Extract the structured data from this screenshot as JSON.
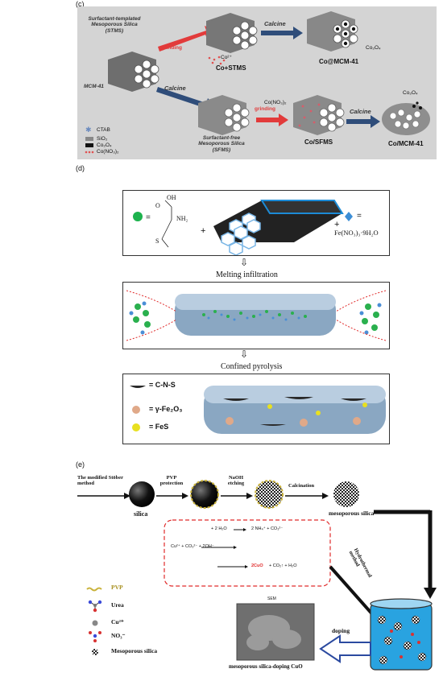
{
  "panels": {
    "c": "(c)",
    "d": "(d)",
    "e": "(e)"
  },
  "c": {
    "stms": "Surfactant-templated Mesoporous Silica (STMS)",
    "mcm41": "MCM-41",
    "grinding1": "grinding",
    "co2": "Co²⁺",
    "co_stms": "Co+STMS",
    "calcine1": "Calcine",
    "co3o4_1": "Co₃O₄",
    "co_mcm": "Co@MCM-41",
    "calcine2": "Calcine",
    "sfms": "Surfactant-free Mesoporous Silica (SFMS)",
    "cono3": "Co(NO₃)₂",
    "grinding2": "grinding",
    "co_sfms": "Co/SFMS",
    "calcine3": "Calcine",
    "co3o4_2": "Co₃O₄",
    "co_mcm2": "Co/MCM-41",
    "legend": [
      "CTAB",
      "SiO₂",
      "Co₃O₄",
      "Co(NO₃)₂"
    ]
  },
  "d": {
    "oh": "OH",
    "o": "O",
    "nh2": "NH₂",
    "s": "S",
    "eq1": "=",
    "plus1": "+",
    "plus2": "+",
    "eq2": "=",
    "fe_salt": "Fe(NO₃)₃·9H₂O",
    "step1": "Melting infiltration",
    "step2": "Confined pyrolysis",
    "legend": [
      "= C-N-S",
      "= γ-Fe₂O₃",
      "= FeS"
    ]
  },
  "e": {
    "stober": "The modified Stöber method",
    "silica": "silica",
    "pvp_prot": "PVP protection",
    "naoh": "NaOH etching",
    "calc": "Calcination",
    "meso": "mesoporous silica",
    "hydro": "Hydrothermal method",
    "doping": "doping",
    "sem": "SEM",
    "product": "mesoporous silica-doping CuO",
    "rx1_right": "2 NH₄⁺ + CO₃²⁻",
    "rx1_mid": "+ 2 H₂O",
    "rx2_left": "Cu²⁺ + CO₃²⁻ + 2OH⁻",
    "rx3_red": "2CuO",
    "rx3_rest": "+ CO₂↑ + H₂O",
    "legend": [
      "PVP",
      "Urea",
      "Cu²⁺",
      "NO₃⁻",
      "Mesoporous silica"
    ]
  }
}
